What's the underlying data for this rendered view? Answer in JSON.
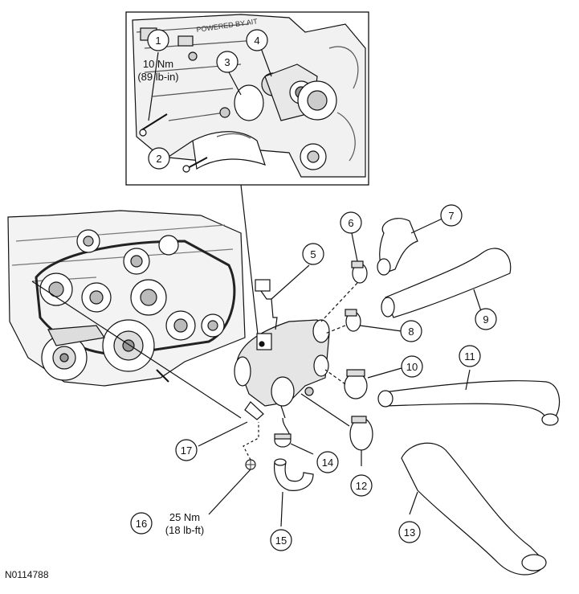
{
  "figure_id": "N0114788",
  "inset_engine_text": "POWERED BY AIT",
  "torque_callouts": [
    {
      "id": "torque-1",
      "line1": "10 Nm",
      "line2": "(89 lb-in)"
    },
    {
      "id": "torque-16",
      "line1": "25 Nm",
      "line2": "(18 lb-ft)"
    }
  ],
  "callouts": [
    "1",
    "2",
    "3",
    "4",
    "5",
    "6",
    "7",
    "8",
    "9",
    "10",
    "11",
    "12",
    "13",
    "14",
    "15",
    "16",
    "17"
  ],
  "colors": {
    "line": "#111111",
    "fill": "#ffffff",
    "shade": "#d9d9d9",
    "dark": "#555555"
  }
}
